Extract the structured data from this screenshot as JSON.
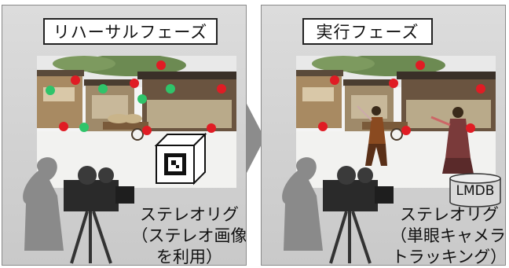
{
  "rehearsal": {
    "title": "リハーサルフェーズ",
    "caption_lines": [
      "ステレオリグ",
      "（ステレオ画像",
      "を利用）"
    ]
  },
  "execution": {
    "title": "実行フェーズ",
    "caption_lines": [
      "ステレオリグ",
      "（単眼キャメラで",
      "トラッキング）"
    ],
    "database_label": "LMDB"
  },
  "colors": {
    "marker_red": "#e01c24",
    "marker_green": "#2fc46a",
    "panel_bg": "#cfcfcf",
    "arrow": "#8c8c8c"
  }
}
